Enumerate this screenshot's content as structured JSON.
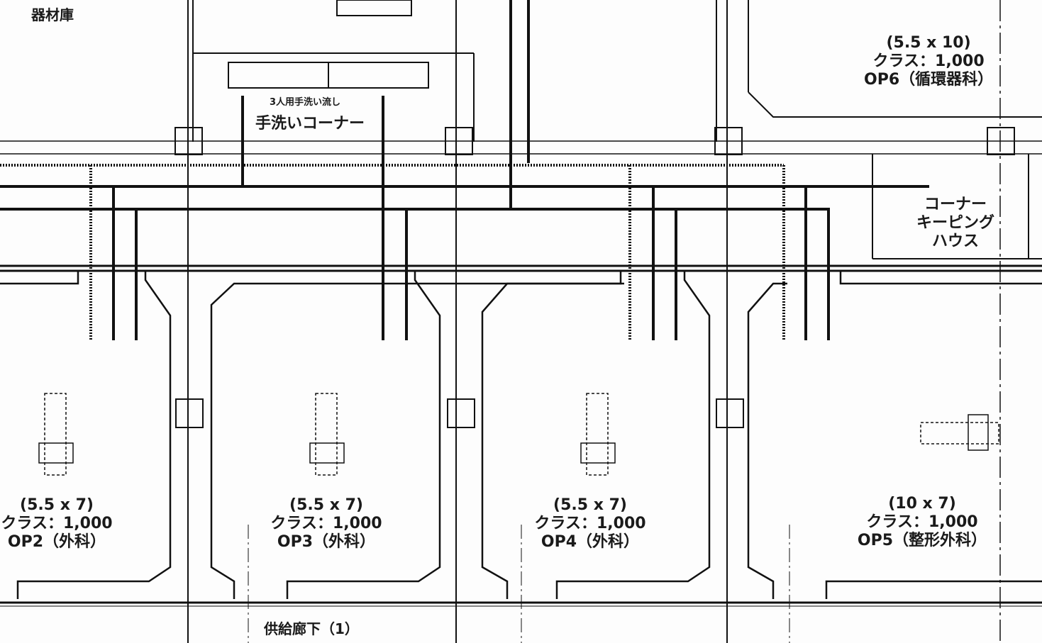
{
  "rooms": {
    "storage": "器材庫",
    "sink_label": "3人用手洗い流し",
    "handwash_corner": "手洗いコーナー",
    "housekeeping": [
      "コーナー",
      "キーピング",
      "ハウス"
    ],
    "corridor": "供給廊下（1）"
  },
  "operating_rooms": [
    {
      "size": "(5.5 x 10)",
      "class": "クラス：1,000",
      "name": "OP6（循環器科）"
    },
    {
      "size": "(5.5 x 7)",
      "class": "クラス：1,000",
      "name": "OP2（外科）"
    },
    {
      "size": "(5.5 x 7)",
      "class": "クラス：1,000",
      "name": "OP3（外科）"
    },
    {
      "size": "(5.5 x 7)",
      "class": "クラス：1,000",
      "name": "OP4（外科）"
    },
    {
      "size": "(10 x 7)",
      "class": "クラス：1,000",
      "name": "OP5（整形外科）"
    }
  ]
}
